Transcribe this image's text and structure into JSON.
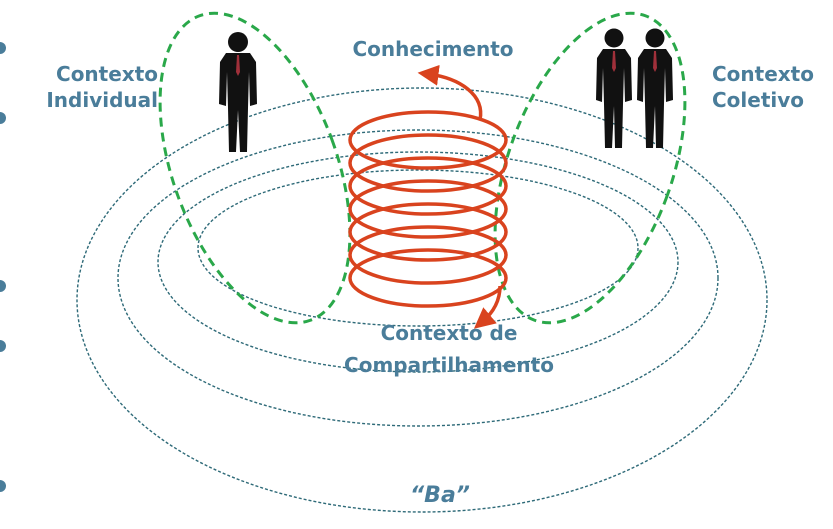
{
  "labels": {
    "individual_line1": "Contexto",
    "individual_line2": "Individual",
    "collective_line1": "Contexto",
    "collective_line2": "Coletivo",
    "knowledge": "Conhecimento",
    "sharing_line1": "Contexto de",
    "sharing_line2": "Compartilhamento",
    "ba": "“Ba”"
  },
  "colors": {
    "text": "#4a7d9a",
    "spiral": "#d9431e",
    "green_dashed": "#2aa84a",
    "rings": "#2e6a78",
    "silhouette": "#111111",
    "tie": "#a0303a"
  },
  "icons": [
    "person-silhouette-icon",
    "two-people-silhouette-icon"
  ]
}
